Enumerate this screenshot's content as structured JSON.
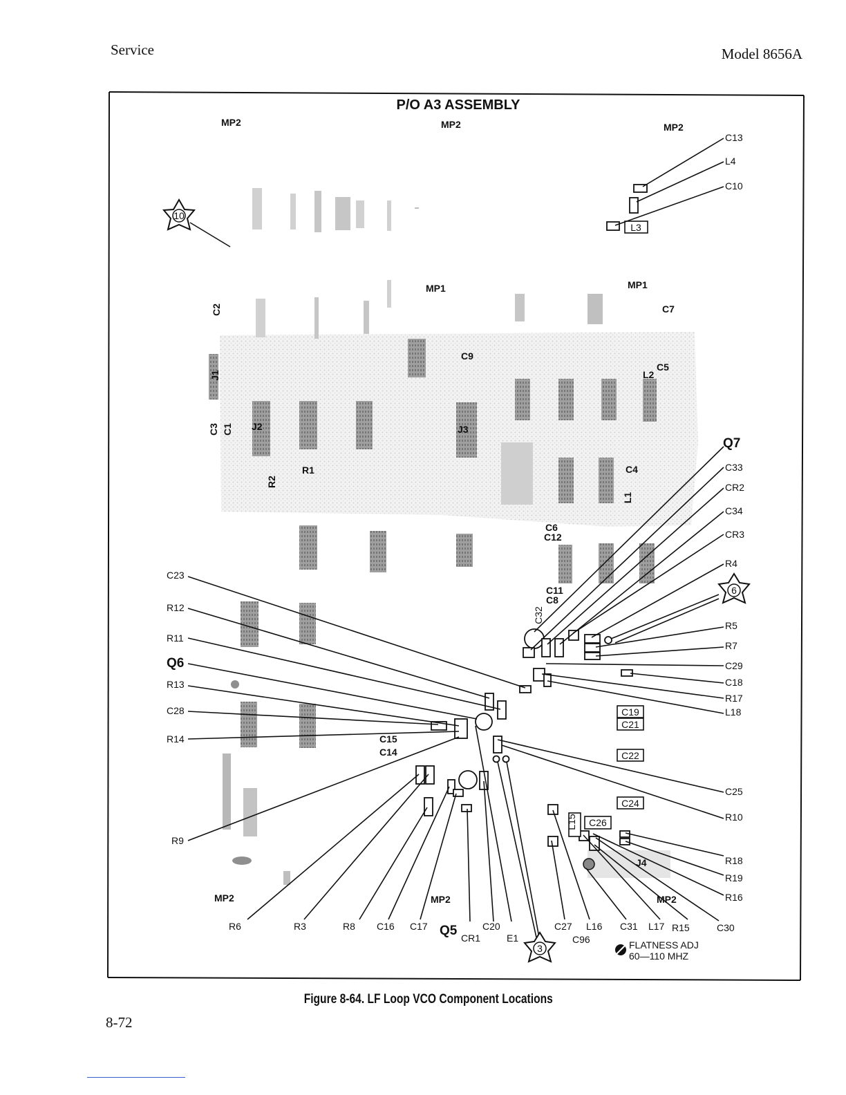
{
  "header": {
    "left": "Service",
    "right": "Model 8656A"
  },
  "page_number": "8-72",
  "figure": {
    "title": "P/O A3 ASSEMBLY",
    "caption": "Figure 8-64.  LF Loop VCO Component Locations",
    "adjustment_note": {
      "line1": "FLATNESS ADJ",
      "line2": "60—110 MHZ"
    },
    "markers": [
      "10",
      "6",
      "3"
    ],
    "board_labels": {
      "mp2_top_left": "MP2",
      "mp2_top_mid": "MP2",
      "mp2_top_right": "MP2",
      "mp1_left": "MP1",
      "mp1_right": "MP1",
      "c7": "C7",
      "c2": "C2",
      "c9": "C9",
      "c5": "C5",
      "l2": "L2",
      "j1": "J1",
      "c3": "C3",
      "c1": "C1",
      "j2": "J2",
      "j3": "J3",
      "r1": "R1",
      "r2": "R2",
      "c4": "C4",
      "l1": "L1",
      "c6": "C6",
      "c12": "C12",
      "c11": "C11",
      "c8": "C8",
      "c32": "C32",
      "c15": "C15",
      "c14": "C14",
      "j4": "J4",
      "mp2_bottom_left": "MP2",
      "mp2_bottom_mid": "MP2",
      "mp2_bottom_right": "MP2"
    },
    "boxed_labels": {
      "l3": "L3",
      "c19": "C19",
      "c21": "C21",
      "c22": "C22",
      "c24": "C24",
      "c26": "C26",
      "l15": "L15"
    },
    "callouts": {
      "c13": "C13",
      "l4": "L4",
      "c10": "C10",
      "q7": "Q7",
      "c33": "C33",
      "cr2": "CR2",
      "c34": "C34",
      "cr3": "CR3",
      "r4": "R4",
      "r5": "R5",
      "r7": "R7",
      "c29": "C29",
      "c18": "C18",
      "r17": "R17",
      "l18": "L18",
      "c25": "C25",
      "r10": "R10",
      "r18": "R18",
      "r19": "R19",
      "r16": "R16",
      "c23": "C23",
      "r12": "R12",
      "r11": "R11",
      "q6": "Q6",
      "r13": "R13",
      "c28": "C28",
      "r14": "R14",
      "r9": "R9",
      "r6": "R6",
      "r3": "R3",
      "r8": "R8",
      "c16": "C16",
      "c17": "C17",
      "q5": "Q5",
      "cr1": "CR1",
      "c20": "C20",
      "e1": "E1",
      "c27": "C27",
      "c96": "C96",
      "l16": "L16",
      "c31": "C31",
      "l17": "L17",
      "r15": "R15",
      "c30": "C30"
    }
  }
}
